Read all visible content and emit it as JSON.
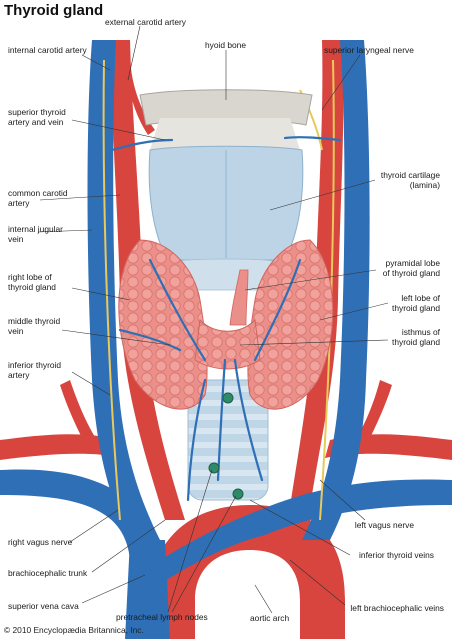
{
  "title": "Thyroid gland",
  "credit": "© 2010 Encyclopædia Britannica, Inc.",
  "labels": {
    "external_carotid_artery": "external carotid artery",
    "internal_carotid_artery": "internal carotid artery",
    "hyoid_bone": "hyoid bone",
    "superior_laryngeal_nerve": "superior laryngeal nerve",
    "superior_thyroid_1": "superior thyroid",
    "superior_thyroid_2": "artery and vein",
    "thyroid_cartilage_1": "thyroid cartilage",
    "thyroid_cartilage_2": "(lamina)",
    "common_carotid_1": "common carotid",
    "common_carotid_2": "artery",
    "internal_jugular_1": "internal jugular",
    "internal_jugular_2": "vein",
    "pyramidal_lobe_1": "pyramidal lobe",
    "pyramidal_lobe_2": "of thyroid gland",
    "right_lobe_1": "right lobe of",
    "right_lobe_2": "thyroid gland",
    "left_lobe_1": "left lobe of",
    "left_lobe_2": "thyroid gland",
    "middle_thyroid_1": "middle thyroid",
    "middle_thyroid_2": "vein",
    "isthmus_1": "isthmus of",
    "isthmus_2": "thyroid gland",
    "inferior_thyroid_artery_1": "inferior thyroid",
    "inferior_thyroid_artery_2": "artery",
    "left_vagus_nerve": "left vagus nerve",
    "right_vagus_nerve": "right vagus nerve",
    "inferior_thyroid_veins": "inferior thyroid veins",
    "brachiocephalic_trunk": "brachiocephalic trunk",
    "superior_vena_cava": "superior vena cava",
    "pretracheal_lymph_nodes": "pretracheal lymph nodes",
    "aortic_arch": "aortic arch",
    "left_brachiocephalic_veins": "left brachiocephalic veins"
  },
  "colors": {
    "vein": "#2f6fb6",
    "artery": "#d8453f",
    "gland": "#e98a84",
    "cartilage": "#bcd4e6",
    "bone": "#d9d6cf",
    "nerve": "#e8c95a",
    "leader": "#333333"
  }
}
